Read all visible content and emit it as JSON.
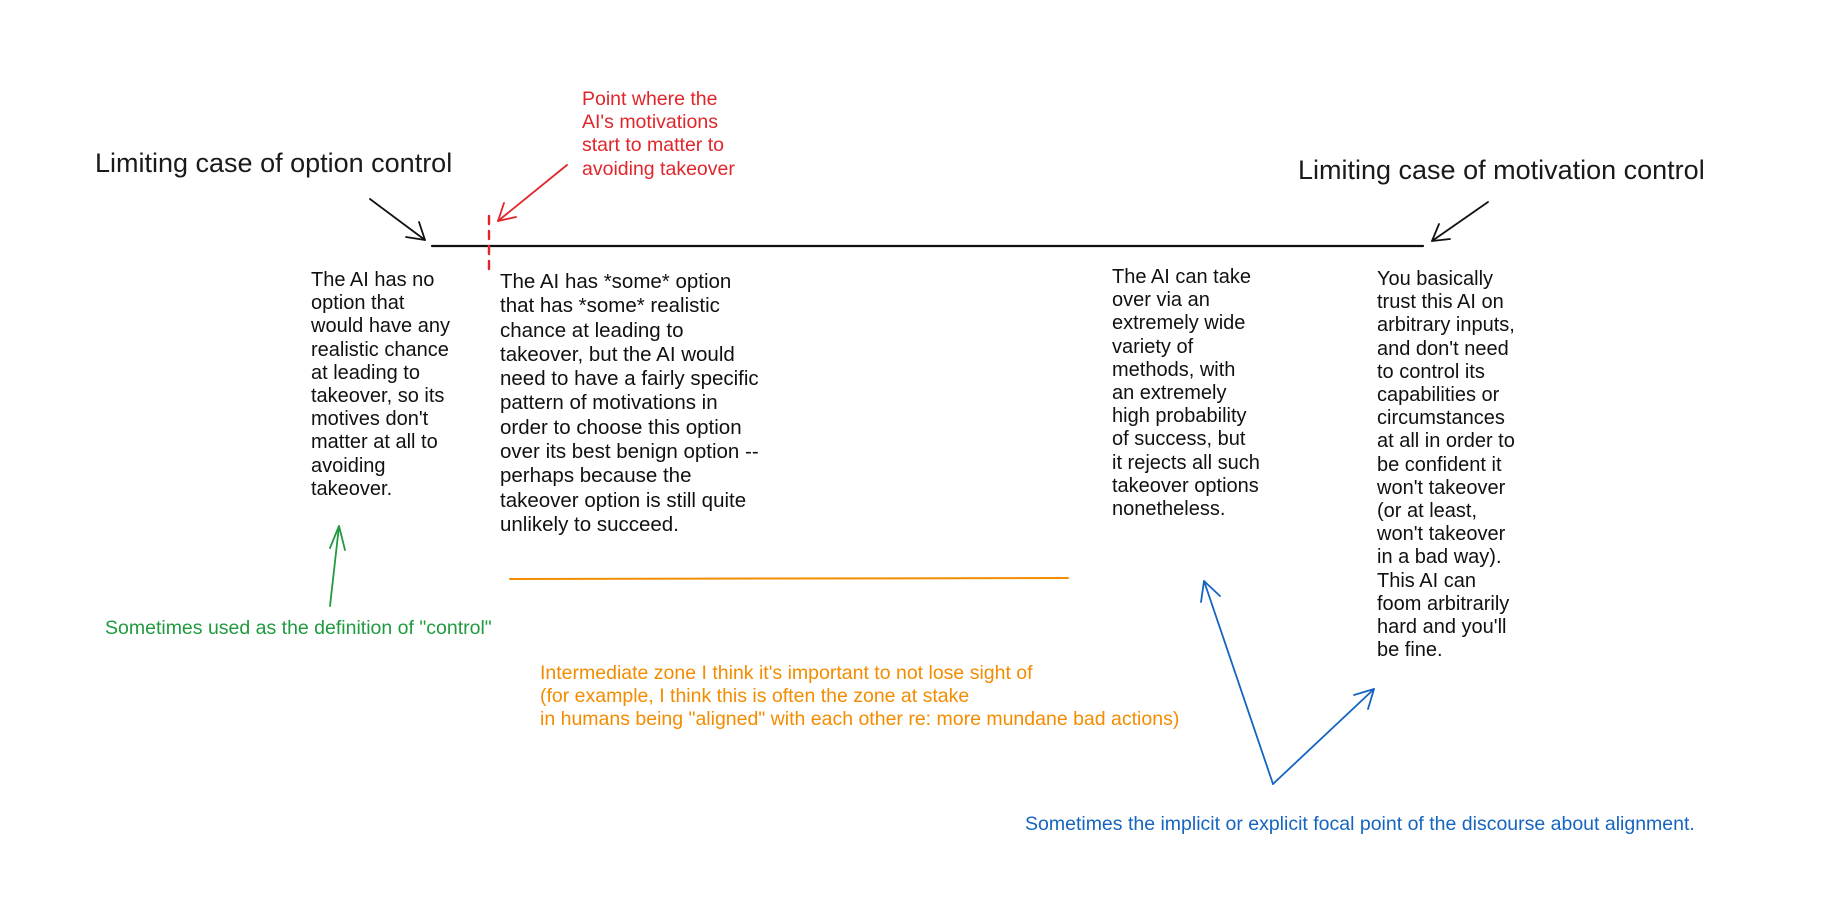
{
  "diagram": {
    "colors": {
      "ink": "#111111",
      "red": "#e0262b",
      "green": "#1f9a3f",
      "orange": "#f28c00",
      "blue": "#1565c0"
    },
    "left_title": "Limiting case of option control",
    "right_title": "Limiting case of motivation control",
    "red_note": "Point where the\nAI's motivations\nstart to matter to\navoiding takeover",
    "box_no_option": "The AI has no\noption that\nwould have any\nrealistic chance\nat leading to\ntakeover, so its\nmotives don't\nmatter at all to\navoiding\ntakeover.",
    "box_some_option": "The AI has *some* option\nthat has *some* realistic\nchance at leading to\ntakeover, but the AI would\nneed to have a fairly specific\npattern of motivations in\norder to choose this option\nover its best benign option --\nperhaps because the\ntakeover option is still quite\nunlikely to succeed.",
    "box_wide_variety": "The AI can take\nover via an\nextremely wide\nvariety of\nmethods, with\nan extremely\nhigh probability\nof success, but\nit rejects all such\ntakeover options\nnonetheless.",
    "box_trust": "You basically\ntrust this AI on\narbitrary inputs,\nand don't need\nto control its\ncapabilities or\ncircumstances\nat all in order to\nbe confident it\nwon't takeover\n(or at least,\nwon't takeover\nin a bad way).\nThis AI can\nfoom arbitrarily\nhard and you'll\nbe fine.",
    "green_note": "Sometimes used as the definition of \"control\"",
    "orange_note": "Intermediate zone I think it's important to not lose sight of\n(for example, I think this is often the zone at stake\n in humans being \"aligned\" with each other re: more mundane bad actions)",
    "blue_note": "Sometimes the implicit or explicit focal point of the discourse about alignment."
  }
}
